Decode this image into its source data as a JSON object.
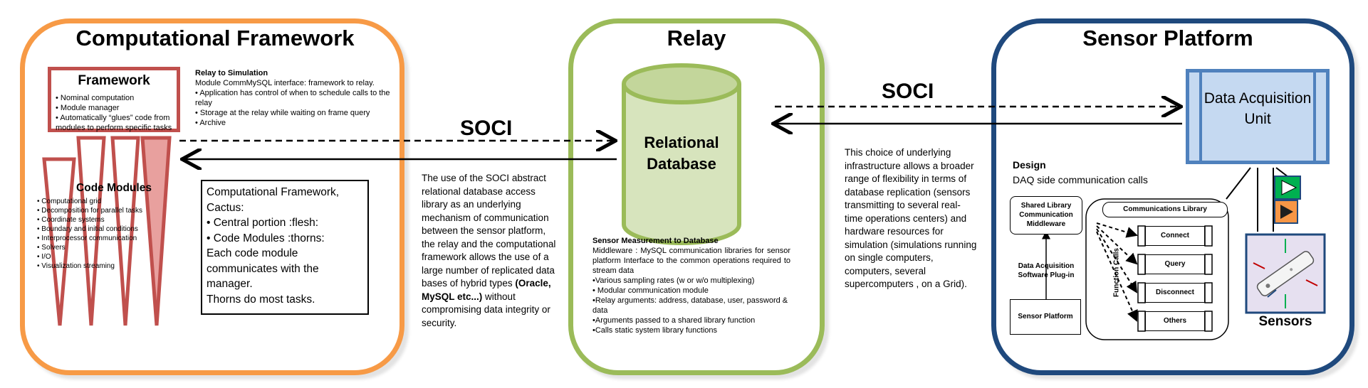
{
  "computational_framework": {
    "title": "Computational Framework",
    "framework_box": {
      "title": "Framework",
      "items": [
        "Nominal computation",
        "Module manager",
        "Automatically “glues” code from modules to perform specific tasks"
      ]
    },
    "relay_to_simulation": {
      "heading": "Relay to Simulation",
      "line1": "Module CommMySQL interface: framework to relay.",
      "items": [
        "Application has control of when to schedule calls to the relay",
        "Storage at the relay while waiting on frame query",
        "Archive"
      ]
    },
    "code_modules": {
      "title": "Code Modules",
      "items": [
        "Computational grid",
        "Decomposition for parallel tasks",
        "Coordinate systems",
        "Boundary and initial conditions",
        "Interprocessor communication",
        "Solvers",
        "I/O",
        "Visualization streaming"
      ]
    },
    "cactus_box": {
      "line1": "Computational Framework,",
      "line2": "Cactus:",
      "item1": "Central portion :flesh:",
      "item2": "Code Modules :thorns:",
      "line3": "Each code module communicates with the manager.",
      "line4": "Thorns do most tasks."
    }
  },
  "relay": {
    "title": "Relay",
    "database_label": "Relational Database",
    "sensor_measurement": {
      "heading": "Sensor Measurement to Database",
      "intro": "Middleware : MySQL communication libraries for sensor platform Interface to the common operations required to stream data",
      "items": [
        "Various sampling rates (w or w/o multiplexing)",
        "Modular communication module",
        "Relay arguments: address, database, user, password & data",
        "Arguments passed to a shared library function",
        "Calls static system library functions"
      ]
    }
  },
  "soci_left": "SOCI",
  "soci_right": "SOCI",
  "soci_description": {
    "text_before": "The use of the SOCI abstract relational database access library as an underlying mechanism of communication between the sensor platform, the relay and the computational framework allows the use of a large number of replicated data bases of hybrid types",
    "bold": "(Oracle, MySQL etc...)",
    "text_after": "without compromising data integrity or security."
  },
  "infrastructure_text": "This choice of underlying infrastructure allows a broader range of flexibility in terms of database replication (sensors transmitting to several real-time operations centers) and hardware resources for simulation (simulations running on single computers, computers, several supercomputers , on a Grid).",
  "sensor_platform": {
    "title": "Sensor Platform",
    "daq_label": "Data Acquisition Unit",
    "design_heading": "Design",
    "design_subheading": "DAQ side communication calls",
    "shared_library": "Shared Library Communication Middleware",
    "daq_plugin": "Data Acquisition Software Plug-in",
    "sensor_platform_box": "Sensor Platform",
    "comm_library": "Communications Library",
    "function_calls": "Function Calls",
    "calls": [
      "Connect",
      "Query",
      "Disconnect",
      "Others"
    ],
    "sensors_label": "Sensors"
  },
  "colors": {
    "cf_border": "#f79a46",
    "relay_border": "#9bbb59",
    "sp_border": "#1f497d",
    "db_fill": "#d7e4bd",
    "db_stroke": "#9bbb59",
    "daq_fill": "#c5d9f1",
    "daq_stroke": "#4f81bd",
    "framework_border": "#c0504d",
    "play_orange": "#f79646",
    "play_green": "#00b050"
  }
}
